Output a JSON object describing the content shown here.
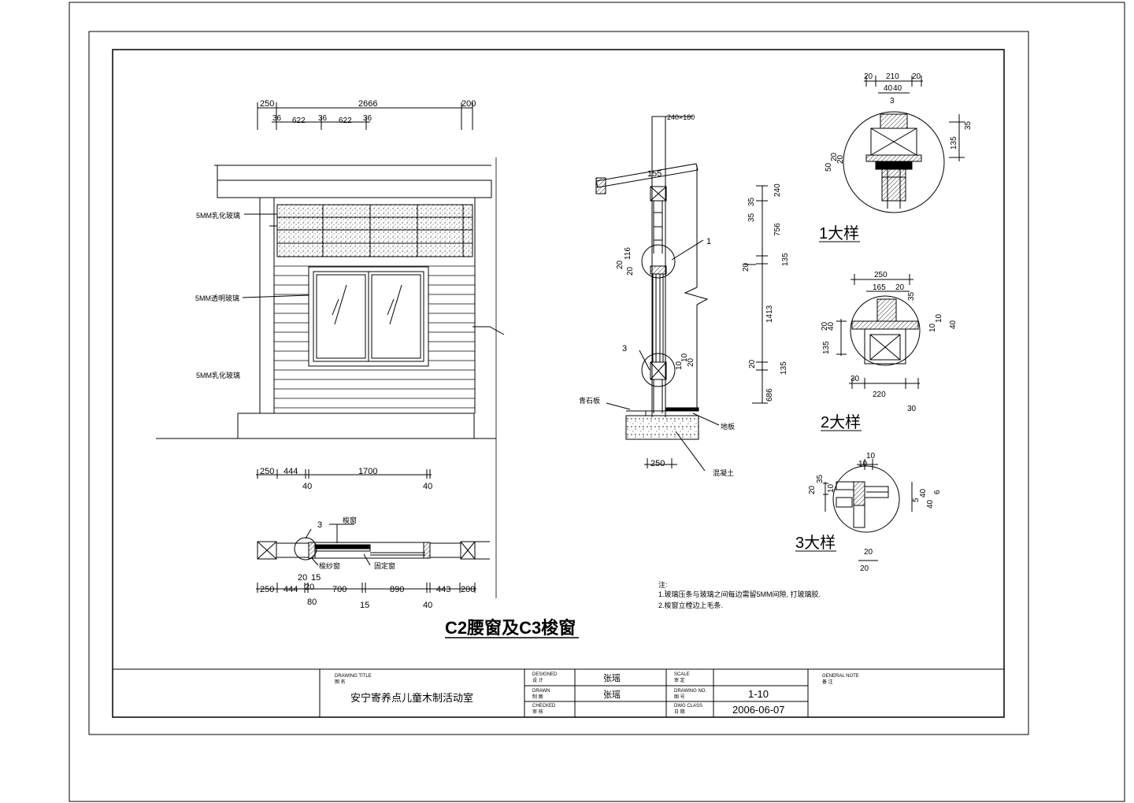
{
  "drawing_title": "C2腰窗及C3梭窗",
  "elevation": {
    "top_dims": [
      "250",
      "2666",
      "200"
    ],
    "sub_dims": [
      "36",
      "622",
      "36",
      "622",
      "36"
    ],
    "labels": [
      "5MM乳化玻璃",
      "5MM透明玻璃",
      "5MM乳化玻璃"
    ]
  },
  "plan": {
    "dims_top": [
      "250",
      "444",
      "1700"
    ],
    "dims_top_below": [
      "40",
      "40"
    ],
    "callout": "3",
    "labels": [
      "梭窗",
      "梭纱窗",
      "固定窗"
    ],
    "dims_bottom": [
      "250",
      "444",
      "20",
      "700",
      "890",
      "443",
      "200"
    ],
    "dims_bottom_above": [
      "20",
      "15"
    ],
    "dims_bottom_below": [
      "80",
      "15",
      "40"
    ]
  },
  "section": {
    "top_label": "240×180",
    "beam_dim": "155",
    "callouts": [
      "1",
      "3"
    ],
    "left_dims": [
      "20",
      "116",
      "20"
    ],
    "left_dims2": [
      "10",
      "10",
      "20"
    ],
    "labels": [
      "青石板",
      "地板",
      "混凝土"
    ],
    "bottom_dim": "250",
    "right_dims": [
      "240",
      "35",
      "35",
      "756",
      "135",
      "20",
      "1413",
      "20",
      "135",
      "686"
    ]
  },
  "details": [
    {
      "title": "1大样",
      "dims": [
        "20",
        "210",
        "20",
        "40",
        "40",
        "3",
        "35",
        "135",
        "50",
        "20",
        "20"
      ]
    },
    {
      "title": "2大样",
      "dims": [
        "250",
        "165",
        "20",
        "35",
        "135",
        "20",
        "40",
        "10",
        "10",
        "40",
        "30",
        "220",
        "30"
      ]
    },
    {
      "title": "3大样",
      "dims": [
        "10",
        "10",
        "20",
        "35",
        "10",
        "5",
        "40",
        "40",
        "6",
        "20",
        "20"
      ]
    }
  ],
  "notes": {
    "heading": "注:",
    "items": [
      "1.玻璃压条与玻璃之间每边需留5MM间隙, 打玻璃胶.",
      "2.梭窗立樘边上毛条."
    ]
  },
  "title_block": {
    "project_label_en": "DRAWING TITLE",
    "project_label_cn": "图 名",
    "project_name": "安宁寄养点儿童木制活动室",
    "designed_label_en": "DESIGNED",
    "designed_label_cn": "设 计",
    "designed_by": "张瑶",
    "drawn_label_en": "DRAWN",
    "drawn_label_cn": "制 图",
    "drawn_by": "张瑶",
    "checked_label_en": "CHECKED",
    "checked_label_cn": "审 核",
    "scale_label_en": "SCALE",
    "scale_label_cn": "审 定",
    "drawing_no_label_en": "DRAWING NO.",
    "drawing_no_label_cn": "图 号",
    "drawing_no": "1-10",
    "date_label_en": "DWG CLASS",
    "date_label_cn": "日 期",
    "date": "2006-06-07",
    "remarks_label_en": "GENERAL NOTE",
    "remarks_label_cn": "备 注"
  }
}
